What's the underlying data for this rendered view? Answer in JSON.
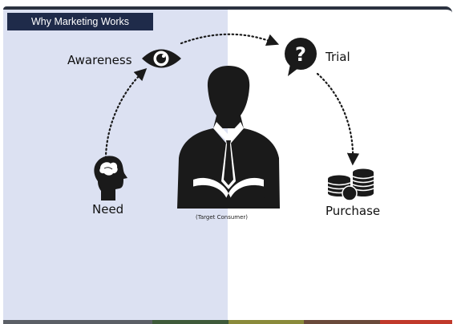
{
  "slide": {
    "title": "Why Marketing Works",
    "colors": {
      "title_bg": "#1f2b4a",
      "left_panel": "#dce1f2",
      "icon": "#1a1a1a"
    }
  },
  "cycle": {
    "awareness": {
      "label": "Awareness",
      "icon": "eye-icon"
    },
    "trial": {
      "label": "Trial",
      "icon": "question-bubble-icon"
    },
    "need": {
      "label": "Need",
      "icon": "head-brain-icon"
    },
    "purchase": {
      "label": "Purchase",
      "icon": "coins-stack-icon"
    }
  },
  "consumer": {
    "caption": "(Target Consumer)",
    "icon": "businessman-icon"
  }
}
